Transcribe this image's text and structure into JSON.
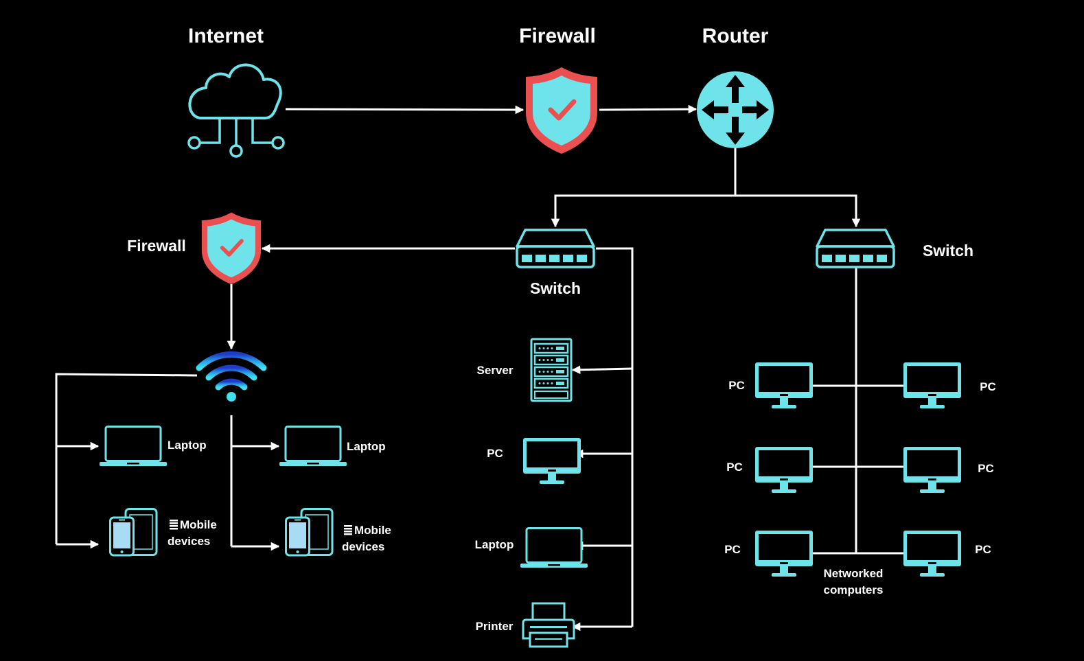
{
  "labels": {
    "internet": "Internet",
    "firewall_top": "Firewall",
    "router": "Router",
    "firewall_left": "Firewall",
    "switch_center": "Switch",
    "switch_right": "Switch",
    "laptop_1": "Laptop",
    "laptop_2": "Laptop",
    "mobile_1_line1": "Mobile",
    "mobile_1_line2": "devices",
    "mobile_2_line1": "Mobile",
    "mobile_2_line2": "devices",
    "server": "Server",
    "pc_center": "PC",
    "laptop_center": "Laptop",
    "printer": "Printer",
    "pc_r1_left": "PC",
    "pc_r1_right": "PC",
    "pc_r2_left": "PC",
    "pc_r2_right": "PC",
    "pc_r3_left": "PC",
    "pc_r3_right": "PC",
    "networked_line1": "Networked",
    "networked_line2": "computers"
  },
  "icons": {
    "internet": "cloud-network-icon",
    "firewall": "shield-check-icon",
    "router": "router-icon",
    "switch": "network-switch-icon",
    "wifi": "wifi-icon",
    "laptop": "laptop-icon",
    "mobile": "mobile-devices-icon",
    "server": "server-rack-icon",
    "pc": "desktop-monitor-icon",
    "printer": "printer-icon"
  },
  "colors": {
    "background": "#000000",
    "device": "#6fe3ea",
    "firewall_border": "#e9504f",
    "wifi_gradient": [
      "#1e3cc8",
      "#2aa8e8",
      "#3fe0f0"
    ],
    "wire": "#ffffff"
  }
}
